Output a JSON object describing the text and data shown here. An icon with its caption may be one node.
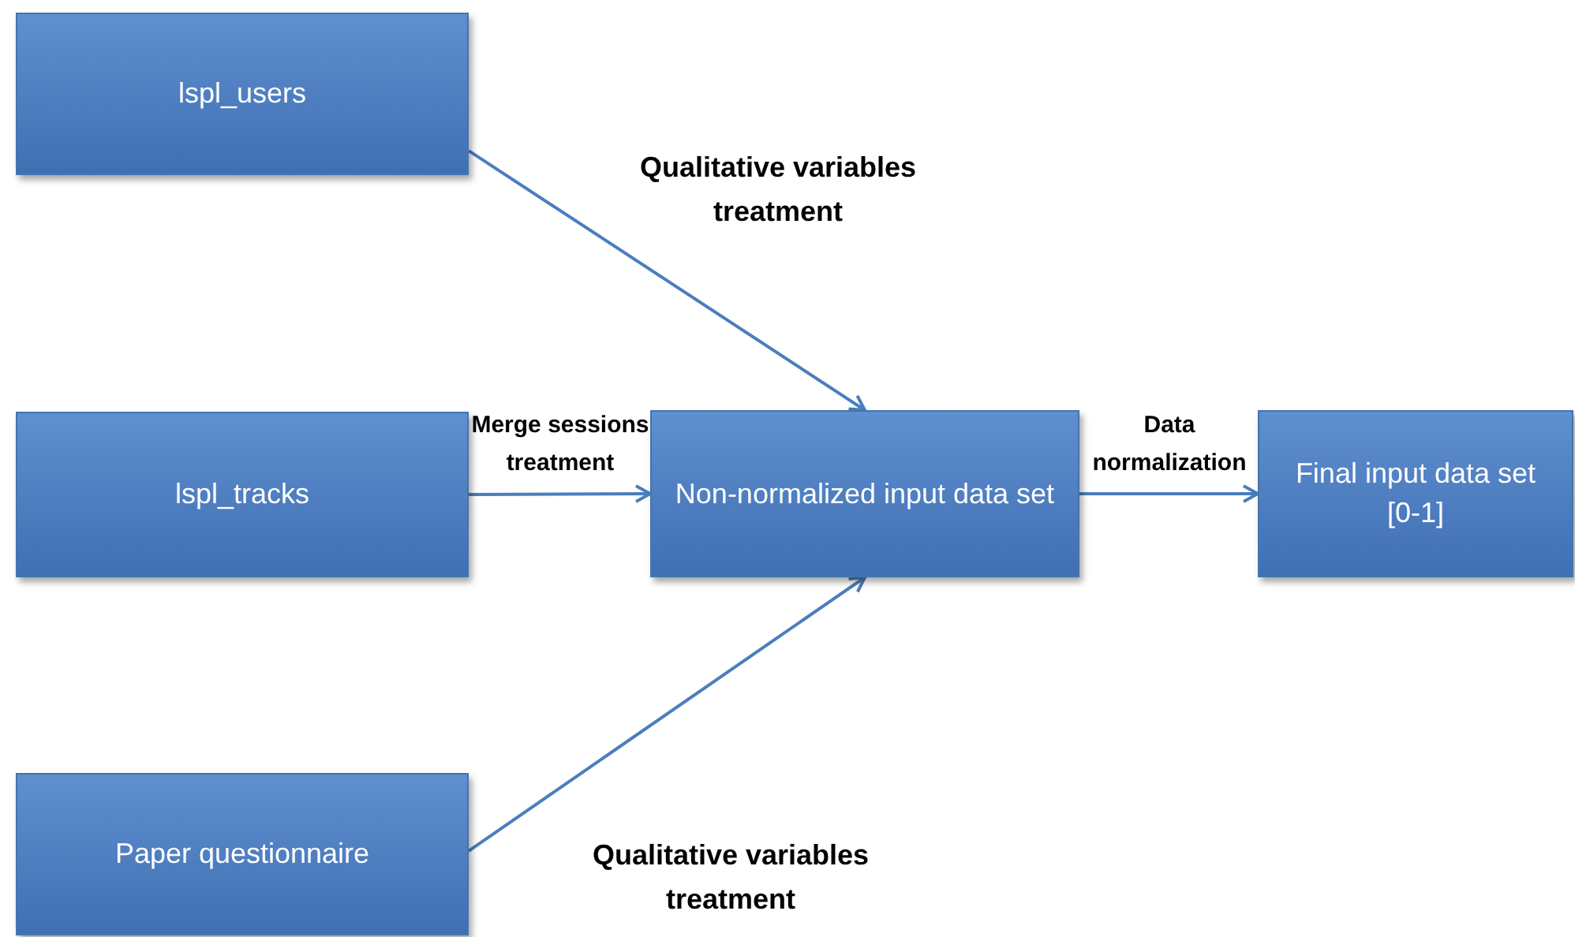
{
  "diagram": {
    "nodes": [
      {
        "text": [
          "lspl_users"
        ]
      },
      {
        "text": [
          "lspl_tracks"
        ]
      },
      {
        "text": [
          "Paper questionnaire"
        ]
      },
      {
        "text": [
          "Non-normalized input data set"
        ]
      },
      {
        "text": [
          "Final input data set [0-1]"
        ]
      }
    ],
    "edges": [
      {
        "from": 0,
        "to": 3,
        "arrow": "to",
        "label": "Qualitative variables treatment"
      },
      {
        "from": 1,
        "to": 3,
        "arrow": "to",
        "label": "Merge sessions treatment"
      },
      {
        "from": 2,
        "to": 3,
        "arrow": "to",
        "label": "Qualitative variables treatment"
      },
      {
        "from": 3,
        "to": 4,
        "arrow": "to",
        "label": "Data normalization"
      }
    ]
  }
}
